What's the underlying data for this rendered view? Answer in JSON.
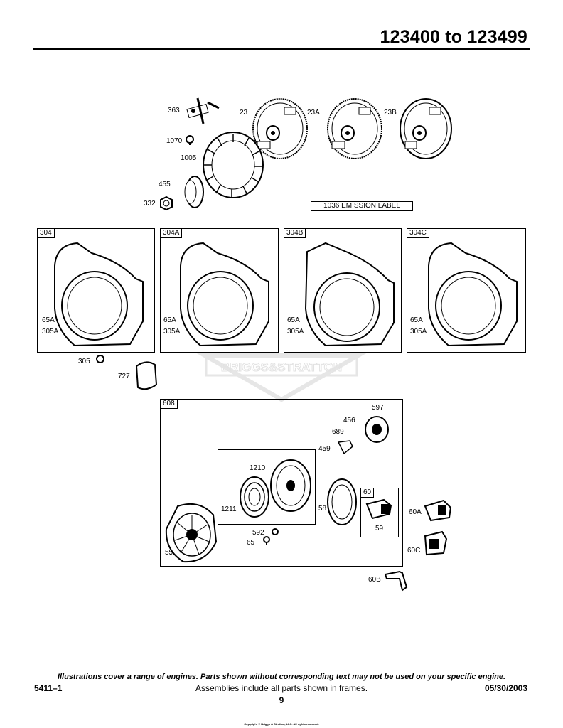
{
  "header": {
    "title": "123400 to 123499"
  },
  "labels": {
    "l363": "363",
    "l23": "23",
    "l23a": "23A",
    "l23b": "23B",
    "l1070": "1070",
    "l1005": "1005",
    "l455": "455",
    "l332": "332",
    "emission": "1036 EMISSION LABEL",
    "f304": "304",
    "f304a": "304A",
    "f304b": "304B",
    "f304c": "304C",
    "l65a": "65A",
    "l305a": "305A",
    "l305": "305",
    "l727": "727",
    "f608": "608",
    "l597": "597",
    "l456": "456",
    "l689": "689",
    "l459": "459",
    "l1210": "1210",
    "l1211": "1211",
    "l58": "58",
    "f60": "60",
    "l59": "59",
    "l592": "592",
    "l65": "65",
    "l55": "55",
    "l60a": "60A",
    "l60c": "60C",
    "l60b": "60B"
  },
  "watermark": {
    "text": "BRIGGS&STRATTON"
  },
  "footer": {
    "note": "Illustrations cover a range of engines. Parts shown without corresponding text may not be used on your specific engine.",
    "doc_number": "5411–1",
    "assemblies": "Assemblies include all parts shown in frames.",
    "date": "05/30/2003",
    "page": "9",
    "copyright": "Copyright © Briggs & Stratton, LLC. All rights reserved."
  }
}
